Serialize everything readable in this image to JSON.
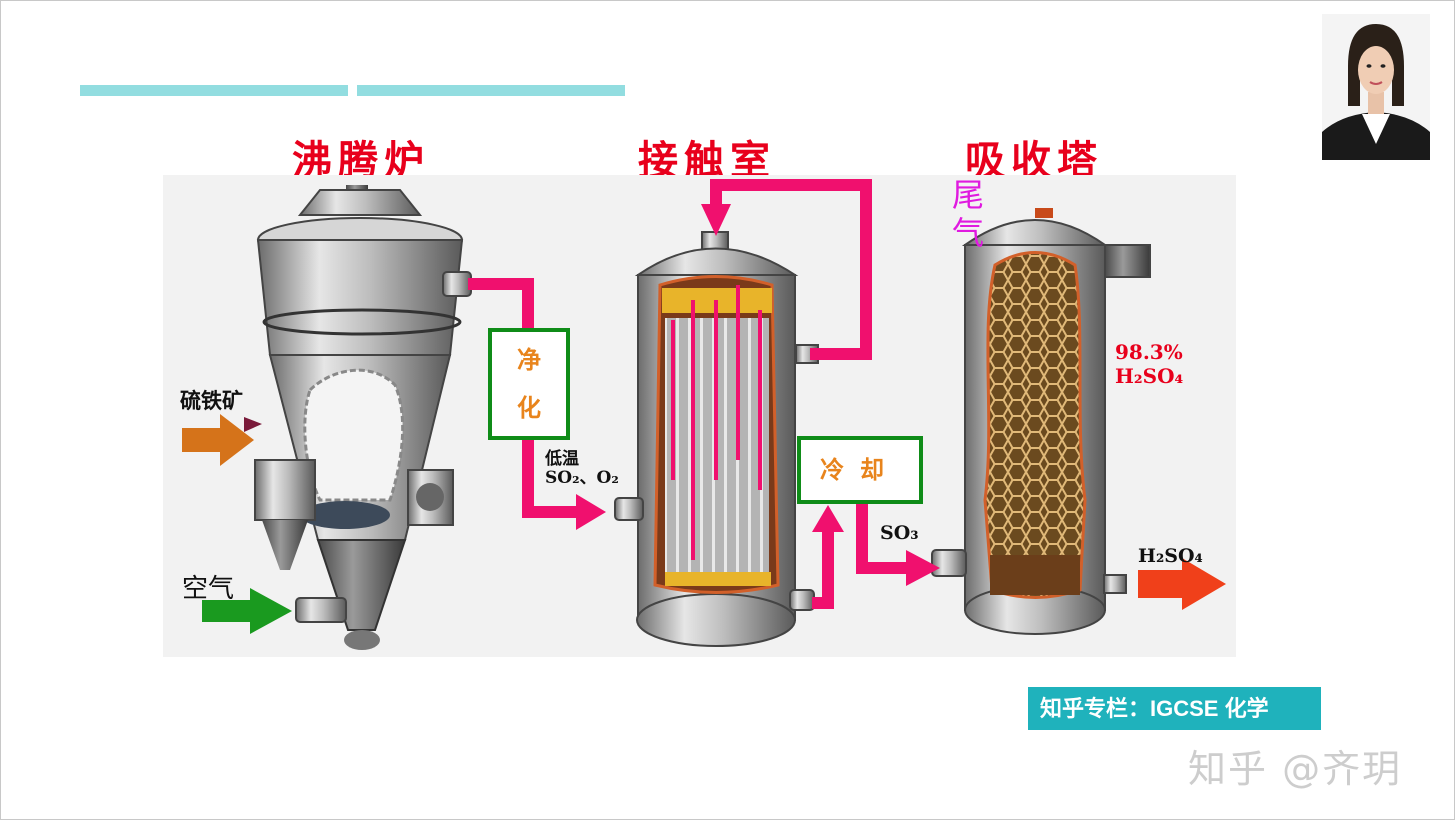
{
  "titles": {
    "furnace": "沸腾炉",
    "contact": "接触室",
    "absorber": "吸收塔"
  },
  "labels": {
    "pyrite": "硫铁矿",
    "air": "空气",
    "gas_line1": "低温",
    "gas_line2": "SO₂、O₂",
    "so3": "SO₃",
    "acid_line1": "98.3%",
    "acid_line2": "H₂SO₄",
    "acid_out": "H₂SO₄",
    "tail_gas": "尾气"
  },
  "steps": {
    "purify": "净化",
    "cool": "冷却"
  },
  "column_tag": "知乎专栏：IGCSE 化学",
  "watermark": "知乎 @齐玥",
  "colors": {
    "title_red": "#e8001c",
    "pipe_pink": "#f0106e",
    "box_green": "#0f8c18",
    "box_text": "#e8841c",
    "tag_teal": "#1fb2bc",
    "bar_teal": "#92dde0",
    "ore_arrow": "#d5731a",
    "air_arrow": "#1a9a1f",
    "out_arrow": "#f0401a"
  }
}
